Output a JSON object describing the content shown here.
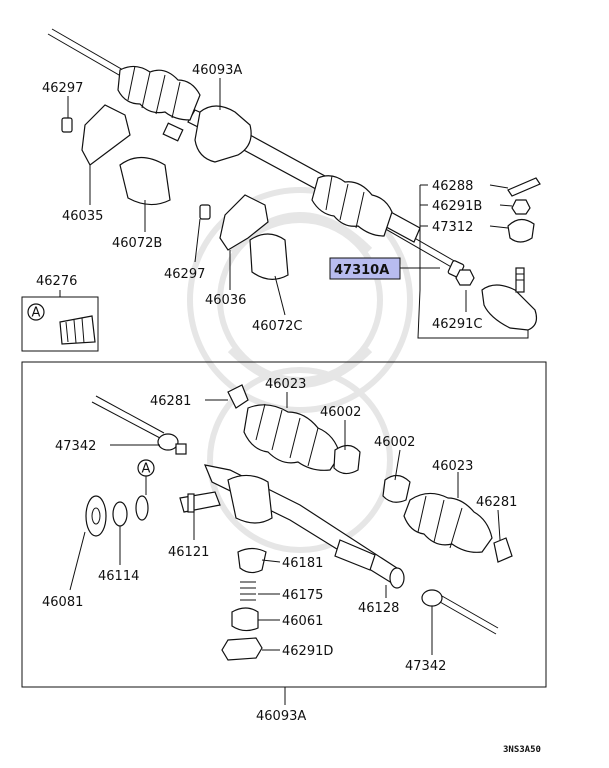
{
  "labels": {
    "p46093A_top": "46093A",
    "p46297_a": "46297",
    "p46035": "46035",
    "p46072B": "46072B",
    "p46297_b": "46297",
    "p46036": "46036",
    "p46072C": "46072C",
    "p46276": "46276",
    "p46288": "46288",
    "p46291B": "46291B",
    "p47312": "47312",
    "p47310A": "47310A",
    "p46291C": "46291C",
    "p46281_a": "46281",
    "p46023_a": "46023",
    "p46002_a": "46002",
    "p47342_a": "47342",
    "p46002_b": "46002",
    "p46023_b": "46023",
    "p46281_b": "46281",
    "p46121": "46121",
    "p46181": "46181",
    "p46114": "46114",
    "p46175": "46175",
    "p46128": "46128",
    "p46081": "46081",
    "p46061": "46061",
    "p46291D": "46291D",
    "p47342_b": "47342",
    "p46093A_bottom": "46093A"
  },
  "callouts": {
    "a_box": "A",
    "a_circle": "A"
  },
  "diagram_code": "3NS3A50",
  "highlight_color": "#b8bcf0"
}
